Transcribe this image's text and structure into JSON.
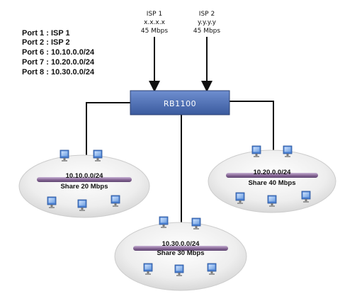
{
  "port_list": [
    "Port 1 : ISP 1",
    "Port 2 : ISP 2",
    "Port 6 : 10.10.0.0/24",
    "Port 7 : 10.20.0.0/24",
    "Port 8 : 10.30.0.0/24"
  ],
  "isp1": {
    "name": "ISP 1",
    "address": "x.x.x.x",
    "speed": "45 Mbps"
  },
  "isp2": {
    "name": "ISP 2",
    "address": "y.y.y.y",
    "speed": "45 Mbps"
  },
  "router": {
    "label": "RB1100"
  },
  "networks": {
    "net10": {
      "subnet": "10.10.0.0/24",
      "share": "Share 20 Mbps"
    },
    "net20": {
      "subnet": "10.20.0.0/24",
      "share": "Share 40 Mbps"
    },
    "net30": {
      "subnet": "10.30.0.0/24",
      "share": "Share 30 Mbps"
    }
  },
  "colors": {
    "router_fill": "#4e6fb1",
    "router_text": "#ffffff",
    "bus": "#8a6a98",
    "cloud": "#e6e6e6",
    "monitor": "#3b73c8"
  }
}
